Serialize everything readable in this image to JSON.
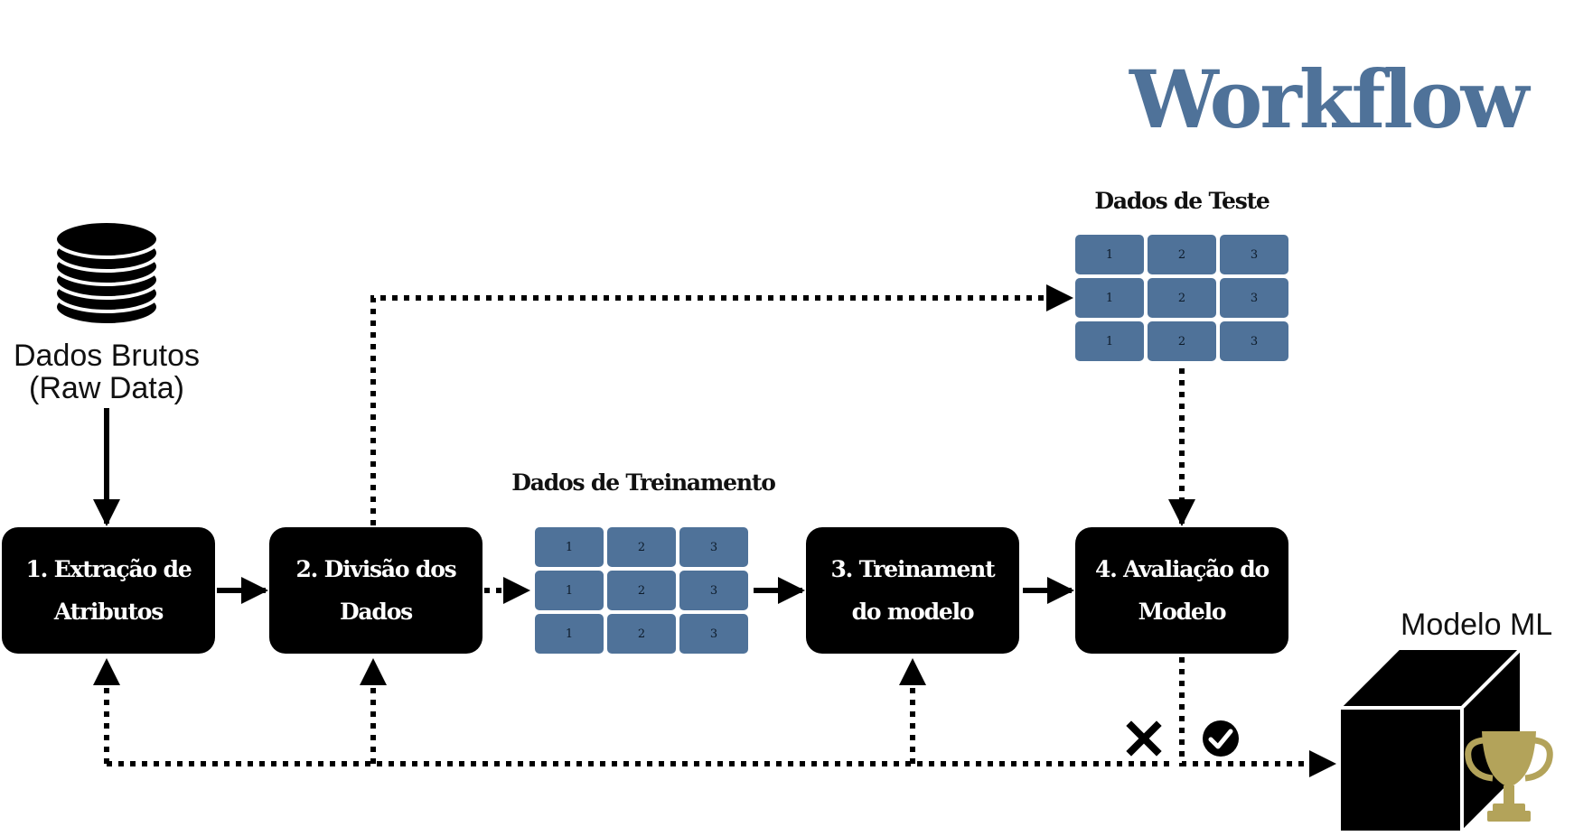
{
  "title": "Workflow",
  "raw_data": {
    "line1": "Dados Brutos",
    "line2": "(Raw Data)"
  },
  "steps": [
    {
      "line1": "1. Extração de",
      "line2": "Atributos"
    },
    {
      "line1": "2. Divisão dos",
      "line2": "Dados"
    },
    {
      "line1": "3. Treinament",
      "line2": "do modelo"
    },
    {
      "line1": "4. Avaliação do",
      "line2": "Modelo"
    }
  ],
  "train_data": {
    "label": "Dados de Treinamento",
    "rows": [
      [
        "1",
        "2",
        "3"
      ],
      [
        "1",
        "2",
        "3"
      ],
      [
        "1",
        "2",
        "3"
      ]
    ]
  },
  "test_data": {
    "label": "Dados de Teste",
    "rows": [
      [
        "1",
        "2",
        "3"
      ],
      [
        "1",
        "2",
        "3"
      ],
      [
        "1",
        "2",
        "3"
      ]
    ]
  },
  "ml_model": {
    "label": "Modelo ML"
  },
  "colors": {
    "accent": "#4f7299",
    "box": "#000000",
    "trophy": "#b3a35a"
  },
  "icons": [
    "database-icon",
    "cross-icon",
    "check-icon",
    "cube-icon",
    "trophy-icon"
  ]
}
